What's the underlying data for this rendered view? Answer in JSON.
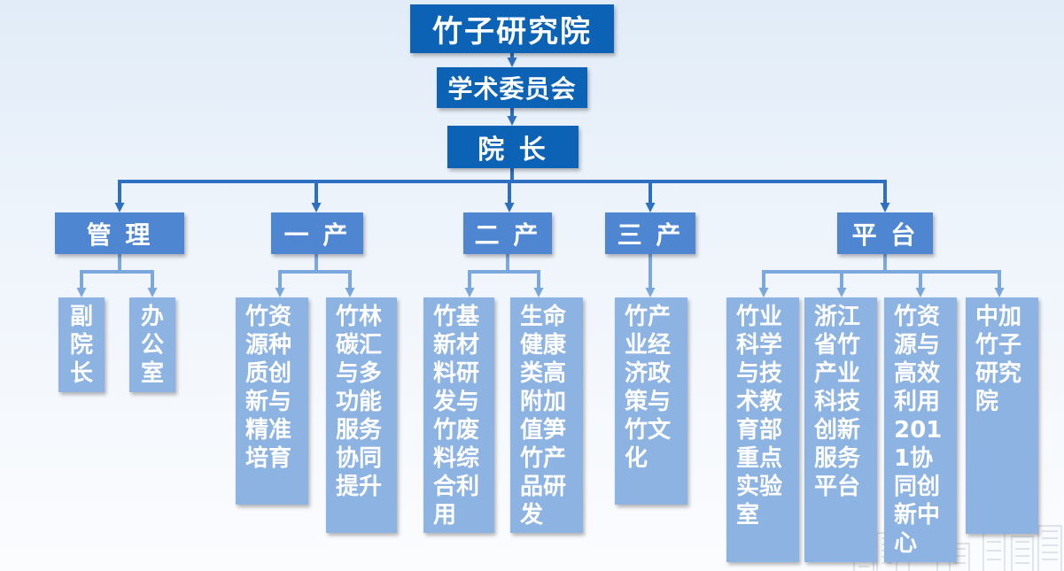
{
  "top": {
    "institute": "竹子研究院",
    "committee": "学术委员会",
    "president": "院 长"
  },
  "divisions": {
    "management": {
      "label": "管 理",
      "units": [
        [
          "副",
          "院",
          "长"
        ],
        [
          "办",
          "公",
          "室"
        ]
      ]
    },
    "primary": {
      "label": "一 产",
      "units": [
        [
          "竹资",
          "源种",
          "质创",
          "新与",
          "精准",
          "培育"
        ],
        [
          "竹林",
          "碳汇",
          "与多",
          "功能",
          "服务",
          "协同",
          "提升"
        ]
      ]
    },
    "secondary": {
      "label": "二 产",
      "units": [
        [
          "竹基",
          "新材",
          "料研",
          "发与",
          "竹废",
          "料综",
          "合利",
          "用"
        ],
        [
          "生命",
          "健康",
          "类高",
          "附加",
          "值笋",
          "竹产",
          "品研",
          "发"
        ]
      ]
    },
    "tertiary": {
      "label": "三 产",
      "units": [
        [
          "竹产",
          "业经",
          "济政",
          "策与",
          "竹文",
          "化"
        ]
      ]
    },
    "platform": {
      "label": "平 台",
      "units": [
        [
          "竹业",
          "科学",
          "与技",
          "术教",
          "育部",
          "重点",
          "实验",
          "室"
        ],
        [
          "浙江",
          "省竹",
          "产业",
          "科技",
          "创新",
          "服务",
          "平台"
        ],
        [
          "竹资",
          "源与",
          "高效",
          "利用",
          "201",
          "1协",
          "同创",
          "新中",
          "心"
        ],
        [
          "中加",
          "竹子",
          "研究",
          "院"
        ]
      ]
    }
  },
  "colors": {
    "top_box": "#0c62b5",
    "division_box": "#4e86d2",
    "unit_box": "#8db3e2",
    "connector_dark": "#2d6fc1",
    "connector_light": "#7aa7de",
    "text_color": "#ffffff"
  }
}
